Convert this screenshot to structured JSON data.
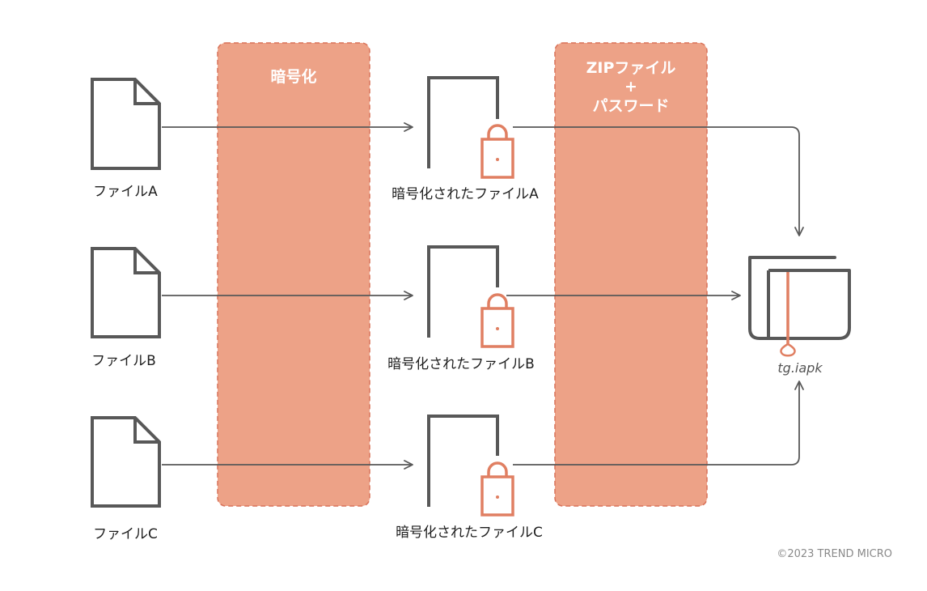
{
  "colors": {
    "band_fill": "#eda287",
    "band_border": "#d9735a",
    "icon_gray": "#585858",
    "lock_orange": "#e07f62",
    "arrow_gray": "#585858",
    "text": "#1e1e1e",
    "copyright": "#8a8a8a"
  },
  "bands": {
    "encrypt": {
      "title": "暗号化"
    },
    "zip": {
      "title_line1": "ZIPファイル",
      "title_line2": "+",
      "title_line3": "パスワード"
    }
  },
  "files": [
    {
      "source_label": "ファイルA",
      "encrypted_label": "暗号化されたファイルA",
      "icon": "file-icon",
      "lock_icon": "lock-icon"
    },
    {
      "source_label": "ファイルB",
      "encrypted_label": "暗号化されたファイルB",
      "icon": "file-icon",
      "lock_icon": "lock-icon"
    },
    {
      "source_label": "ファイルC",
      "encrypted_label": "暗号化されたファイルC",
      "icon": "file-icon",
      "lock_icon": "lock-icon"
    }
  ],
  "output": {
    "label": "tg.iapk",
    "icon": "archive-icon"
  },
  "copyright": "©2023 TREND MICRO"
}
